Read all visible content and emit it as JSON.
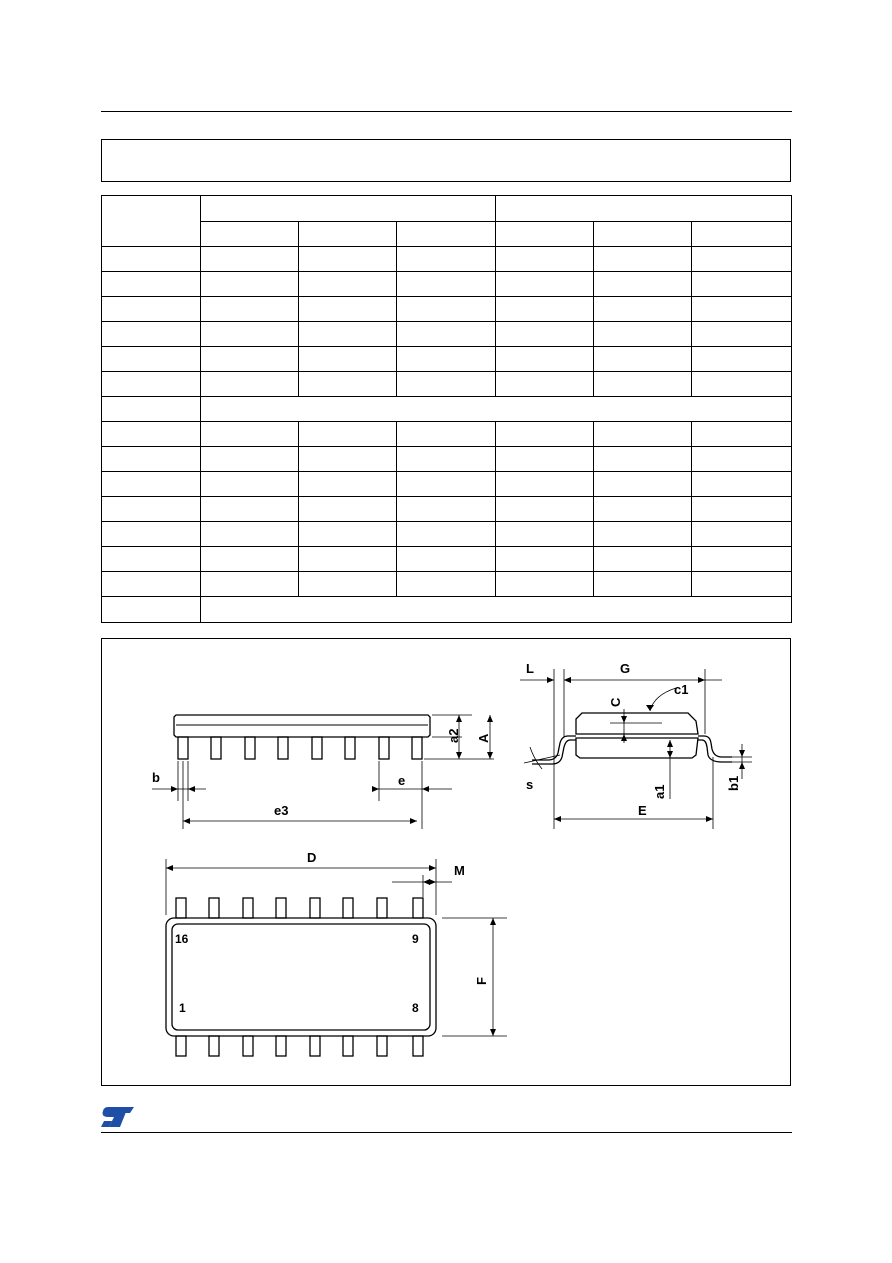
{
  "drawing": {
    "labels": {
      "L": "L",
      "G": "G",
      "C": "C",
      "c1": "c1",
      "a2": "a2",
      "A": "A",
      "b": "b",
      "e": "e",
      "e3": "e3",
      "s": "s",
      "a1": "a1",
      "b1": "b1",
      "E": "E",
      "D": "D",
      "M": "M",
      "F": "F"
    },
    "pins": {
      "p16": "16",
      "p9": "9",
      "p1": "1",
      "p8": "8"
    },
    "pin_count_per_side": 8
  },
  "logo": {
    "icon": "st-logo-icon",
    "color": "#1f4ea6"
  }
}
